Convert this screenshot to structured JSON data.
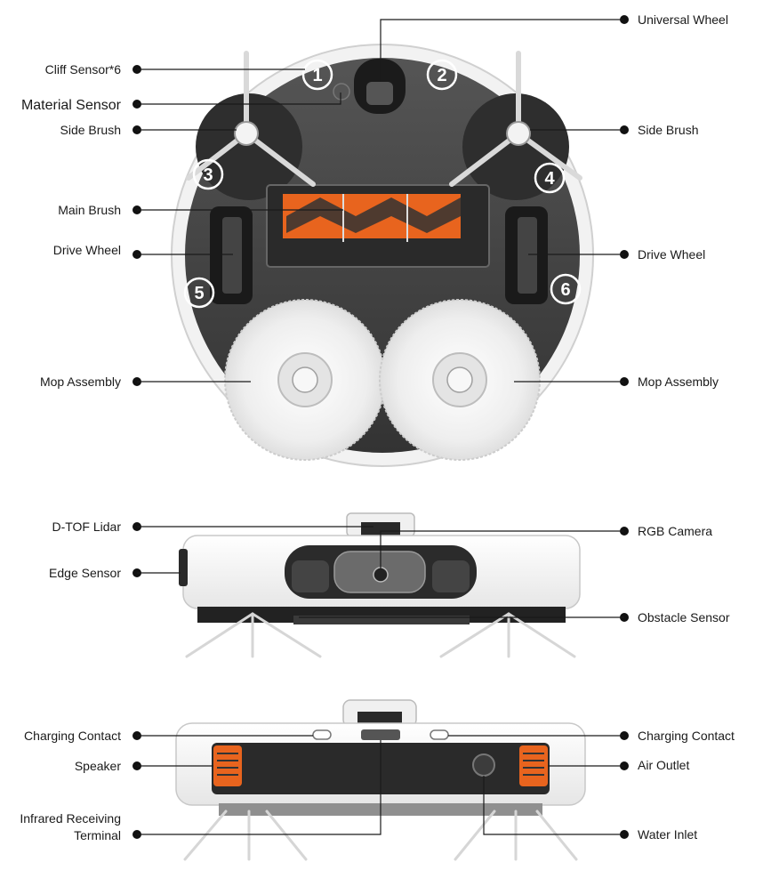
{
  "bottom_view": {
    "labels_left": {
      "cliff_sensor": "Cliff Sensor*6",
      "material_sensor": "Material Sensor",
      "side_brush": "Side Brush",
      "main_brush": "Main Brush",
      "drive_wheel": "Drive Wheel",
      "mop_assembly": "Mop Assembly"
    },
    "labels_right": {
      "universal_wheel": "Universal Wheel",
      "side_brush": "Side Brush",
      "drive_wheel": "Drive Wheel",
      "mop_assembly": "Mop Assembly"
    },
    "sensor_numbers": [
      "1",
      "2",
      "3",
      "4",
      "5",
      "6"
    ]
  },
  "front_view": {
    "labels_left": {
      "lidar": "D-TOF Lidar",
      "edge_sensor": "Edge Sensor"
    },
    "labels_right": {
      "rgb_camera": "RGB Camera",
      "obstacle_sensor": "Obstacle Sensor"
    }
  },
  "rear_view": {
    "labels_left": {
      "charging_contact": "Charging Contact",
      "speaker": "Speaker",
      "infrared_line1": "Infrared Receiving",
      "infrared_line2": "Terminal"
    },
    "labels_right": {
      "charging_contact": "Charging Contact",
      "air_outlet": "Air Outlet",
      "water_inlet": "Water Inlet"
    }
  },
  "colors": {
    "body_dark": "#3f3f3f",
    "body_white": "#f4f4f4",
    "accent_orange": "#e8641e"
  }
}
